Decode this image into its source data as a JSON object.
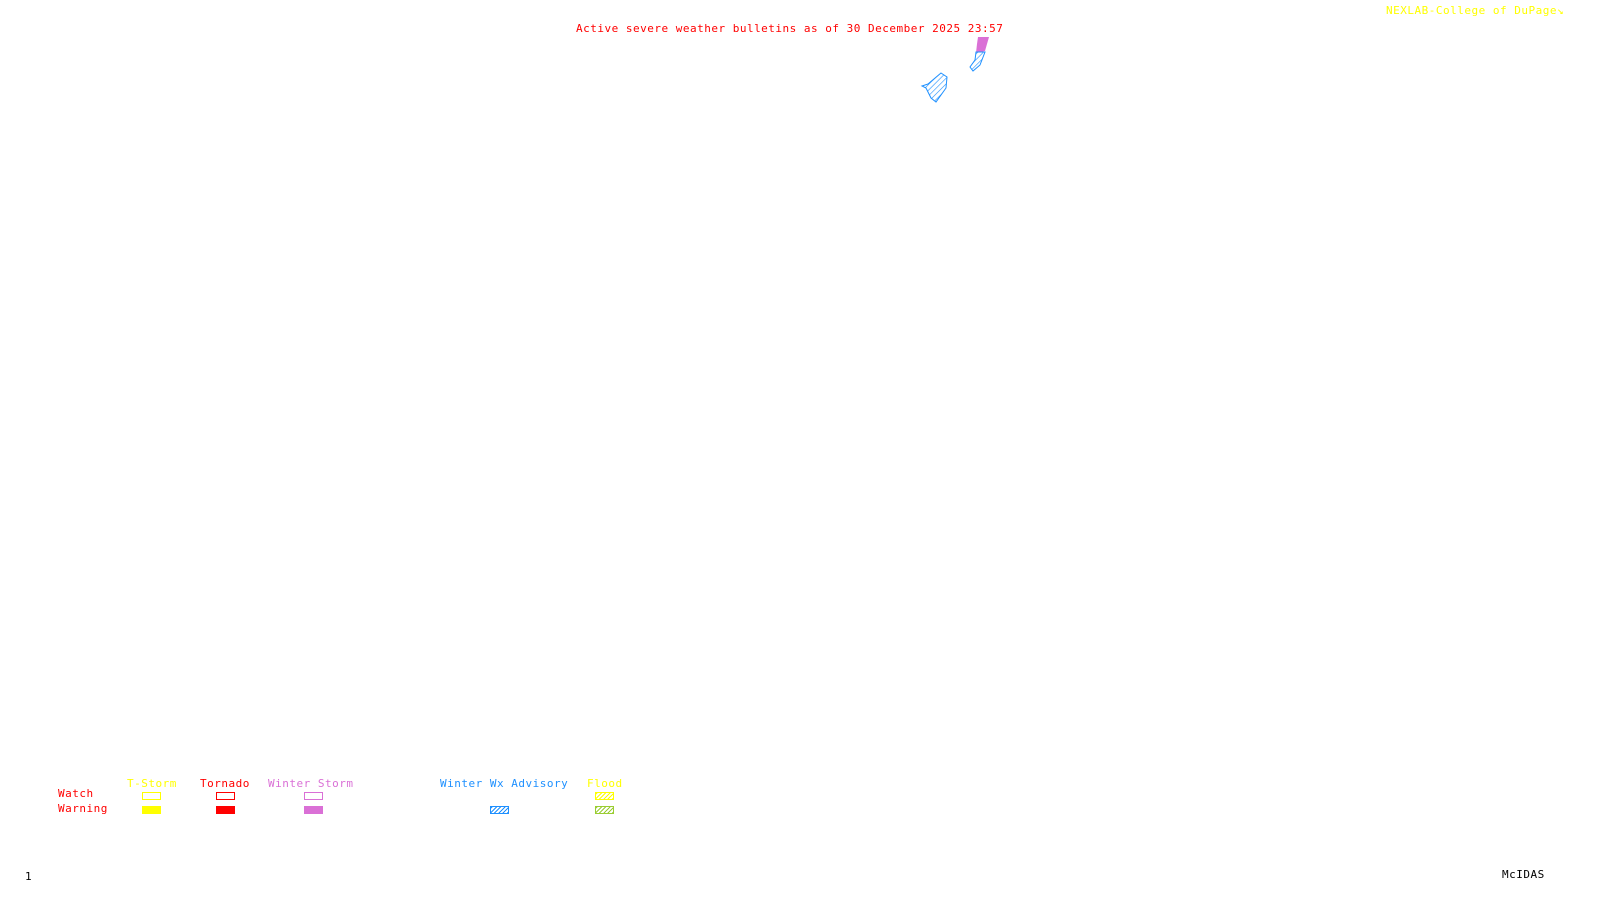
{
  "header": {
    "title": "Active severe weather bulletins as of 30 December 2025 23:57",
    "credit": "NEXLAB-College of DuPage",
    "credit_icon": "nexlab-logo-icon"
  },
  "legend": {
    "row_labels": {
      "watch": "Watch",
      "warning": "Warning"
    },
    "categories": [
      {
        "label": "T-Storm",
        "color": "#ffff00",
        "watch": "outline",
        "warning": "solid"
      },
      {
        "label": "Tornado",
        "color": "#ff0000",
        "watch": "outline",
        "warning": "solid"
      },
      {
        "label": "Winter Storm",
        "color": "#da70d6",
        "watch": "outline",
        "warning": "solid"
      },
      {
        "label": "Winter Wx Advisory",
        "color": "#1e90ff",
        "warning": "hatched"
      },
      {
        "label": "Flood",
        "color": "#ffff00",
        "warning_color": "#9acd32",
        "watch": "hatched",
        "warning": "hatched"
      }
    ]
  },
  "map": {
    "polygons": [
      {
        "type": "Winter Storm Warning",
        "color": "#da70d6"
      },
      {
        "type": "Winter Wx Advisory",
        "color": "#1e90ff"
      },
      {
        "type": "Winter Wx Advisory",
        "color": "#1e90ff"
      }
    ]
  },
  "footer": {
    "frame": "1",
    "software": "McIDAS"
  }
}
